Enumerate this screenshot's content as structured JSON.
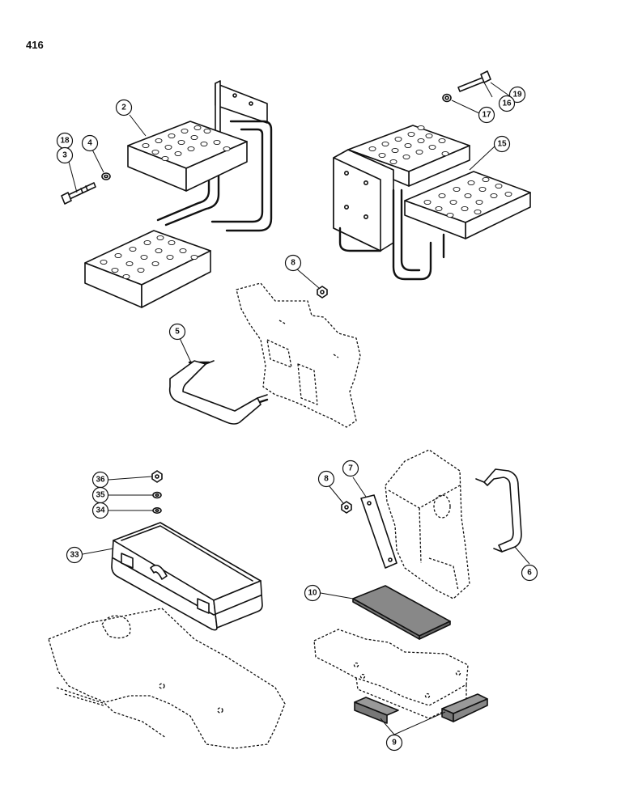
{
  "page": {
    "number": "416"
  },
  "callouts": {
    "c2": "2",
    "c3": "3",
    "c4": "4",
    "c5": "5",
    "c6": "6",
    "c7": "7",
    "c8a": "8",
    "c8b": "8",
    "c9": "9",
    "c10": "10",
    "c15": "15",
    "c16": "16",
    "c17": "17",
    "c18": "18",
    "c19": "19",
    "c33": "33",
    "c34": "34",
    "c35": "35",
    "c36": "36"
  }
}
